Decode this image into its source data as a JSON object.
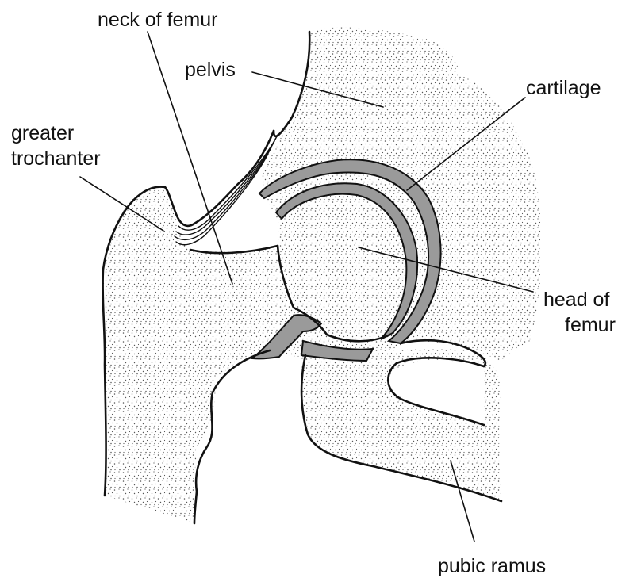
{
  "labels": {
    "neck_of_femur": "neck of femur",
    "pelvis": "pelvis",
    "cartilage": "cartilage",
    "greater_trochanter_line1": "greater",
    "greater_trochanter_line2": "trochanter",
    "head_of_femur_line1": "head of",
    "head_of_femur_line2": "femur",
    "pubic_ramus": "pubic ramus"
  },
  "colors": {
    "line": "#111111",
    "cartilage": "#9a9a9a",
    "stipple": "#555555",
    "background": "#ffffff"
  }
}
